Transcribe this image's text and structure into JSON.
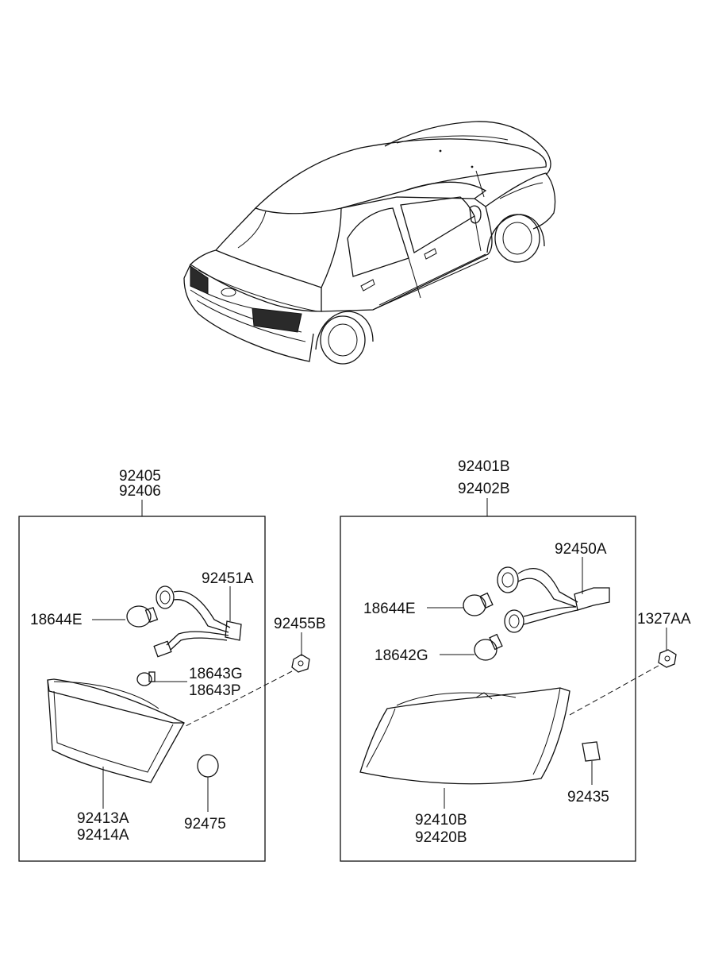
{
  "labels": {
    "left_assembly_1": "92405",
    "left_assembly_2": "92406",
    "left_socket_wiring": "92451A",
    "left_bulb_large": "18644E",
    "left_bulb_small_1": "18643G",
    "left_bulb_small_2": "18643P",
    "left_clip": "92455B",
    "left_lens_1": "92413A",
    "left_lens_2": "92414A",
    "left_cap": "92475",
    "right_assembly_1": "92401B",
    "right_assembly_2": "92402B",
    "right_socket_wiring": "92450A",
    "right_bulb_1": "18644E",
    "right_bulb_2": "18642G",
    "right_clip": "1327AA",
    "right_lens_1": "92410B",
    "right_lens_2": "92420B",
    "right_pad": "92435"
  }
}
